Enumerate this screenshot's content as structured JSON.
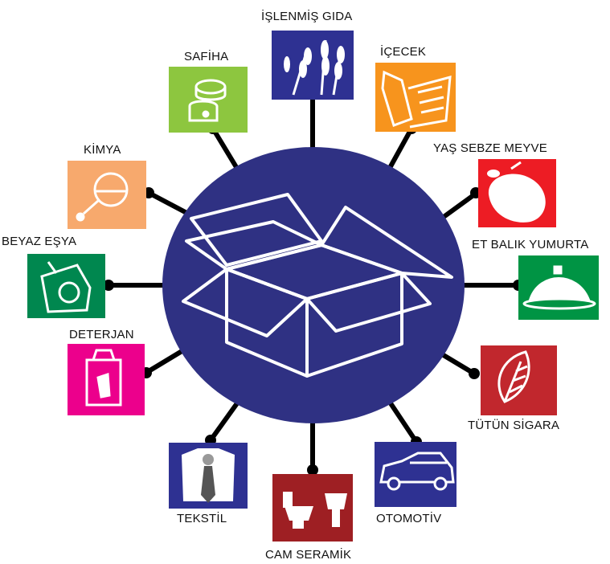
{
  "diagram": {
    "hub": {
      "icon": "open-box-icon",
      "color": "#2f3183"
    },
    "categories": [
      {
        "id": "islenmis-gida",
        "label": "İŞLENMİŞ GIDA",
        "color": "#2e3192",
        "icon": "wheat-icon"
      },
      {
        "id": "icecek",
        "label": "İÇECEK",
        "color": "#f7941d",
        "icon": "bottle-glass-icon"
      },
      {
        "id": "yas-sebze-meyve",
        "label": "YAŞ SEBZE MEYVE",
        "color": "#ed1c24",
        "icon": "apple-icon"
      },
      {
        "id": "et-balik-yumurta",
        "label": "ET BALIK YUMURTA",
        "color": "#009444",
        "icon": "serving-dish-icon"
      },
      {
        "id": "tutun-sigara",
        "label": "TÜTÜN SİGARA",
        "color": "#c1272d",
        "icon": "tobacco-leaf-icon"
      },
      {
        "id": "otomotiv",
        "label": "OTOMOTİV",
        "color": "#2e3192",
        "icon": "car-icon"
      },
      {
        "id": "cam-seramik",
        "label": "CAM SERAMİK",
        "color": "#9e1f23",
        "icon": "toilet-sink-icon"
      },
      {
        "id": "tekstil",
        "label": "TEKSTİL",
        "color": "#2e3192",
        "icon": "shirt-tie-icon"
      },
      {
        "id": "deterjan",
        "label": "DETERJAN",
        "color": "#ec008c",
        "icon": "detergent-box-icon"
      },
      {
        "id": "beyaz-esya",
        "label": "BEYAZ EŞYA",
        "color": "#00874f",
        "icon": "washing-machine-icon"
      },
      {
        "id": "kimya",
        "label": "KİMYA",
        "color": "#f7a96d",
        "icon": "flask-icon"
      },
      {
        "id": "safiha",
        "label": "SAFİHA",
        "color": "#8dc63f",
        "icon": "sheet-roll-icon"
      }
    ]
  }
}
